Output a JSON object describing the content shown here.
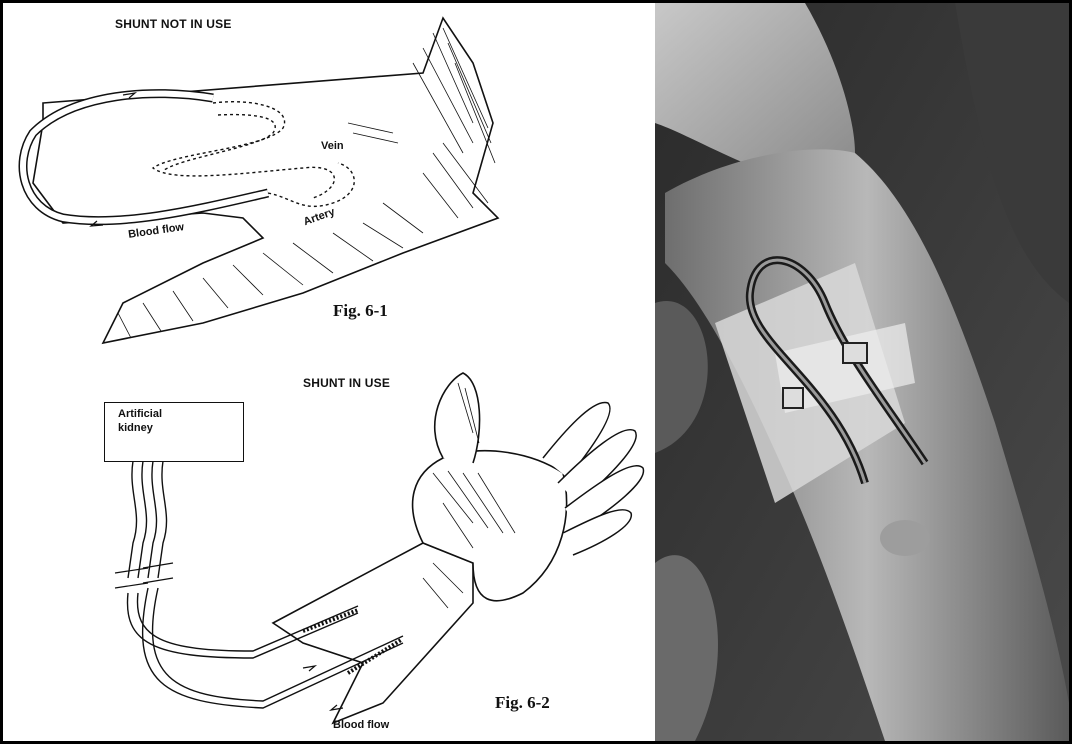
{
  "figure1": {
    "heading": "SHUNT NOT IN USE",
    "vein_label": "Vein",
    "artery_label": "Artery",
    "blood_flow_label": "Blood flow",
    "caption": "Fig. 6-1"
  },
  "figure2": {
    "heading": "SHUNT IN USE",
    "device_label": "Artificial kidney",
    "blood_flow_label": "Blood flow",
    "caption": "Fig. 6-2"
  },
  "photo": {
    "icon": "forearm-shunt-photo"
  }
}
